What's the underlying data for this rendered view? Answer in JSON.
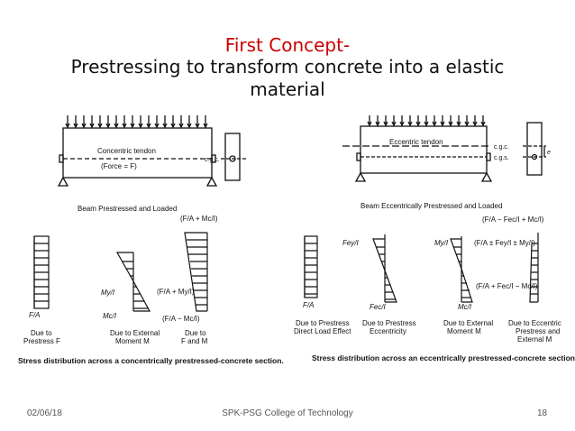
{
  "slide": {
    "title_line1": "First Concept-",
    "title_line2": "Prestressing to transform concrete into a elastic material",
    "footer_date": "02/06/18",
    "footer_center": "SPK-PSG College of Technology",
    "footer_page": "18",
    "accent_color": "#cc0000"
  },
  "left_figure": {
    "tendon_label": "Concentric tendon",
    "force_label": "(Force = F)",
    "cgc_label": "c.g.c.",
    "beam_caption": "Beam Prestressed and Loaded",
    "top_formula": "(F/A + Mc/I)",
    "myi_label": "My/I",
    "mci_label": "Mc/I",
    "mid_formula": "(F/A + My/I)",
    "low_formula": "(F/A − Mc/I)",
    "fa_label": "F/A",
    "label_prestress": [
      "Due to",
      "Prestress F"
    ],
    "label_external": [
      "Due to External",
      "Moment M"
    ],
    "label_combined": [
      "Due to",
      "F and M"
    ],
    "caption": "Stress distribution across a concentrically prestressed-concrete section."
  },
  "right_figure": {
    "tendon_label": "Eccentric tendon",
    "cgc_label": "c.g.c.",
    "cgs_label": "c.g.s.",
    "e_label": "e",
    "beam_caption": "Beam Eccentrically Prestressed and Loaded",
    "top_formula": "(F/A − Fec/I + Mc/I)",
    "feyi_label": "Fey/I",
    "myi_label": "My/I",
    "mid_formula": "(F/A ± Fey/I ± My/I)",
    "low_formula": "(F/A + Fec/I − Mc/I)",
    "fa_label": "F/A",
    "feci_label": "Fec/I",
    "mci_label": "Mc/I",
    "label_direct": [
      "Due to Prestress",
      "Direct Load Effect"
    ],
    "label_eccentricity": [
      "Due to Prestress",
      "Eccentricity"
    ],
    "label_external": [
      "Due to External",
      "Moment M"
    ],
    "label_eccentric": [
      "Due to Eccentric",
      "Prestress and",
      "External M"
    ],
    "caption": "Stress distribution across an eccentrically prestressed-concrete section."
  }
}
